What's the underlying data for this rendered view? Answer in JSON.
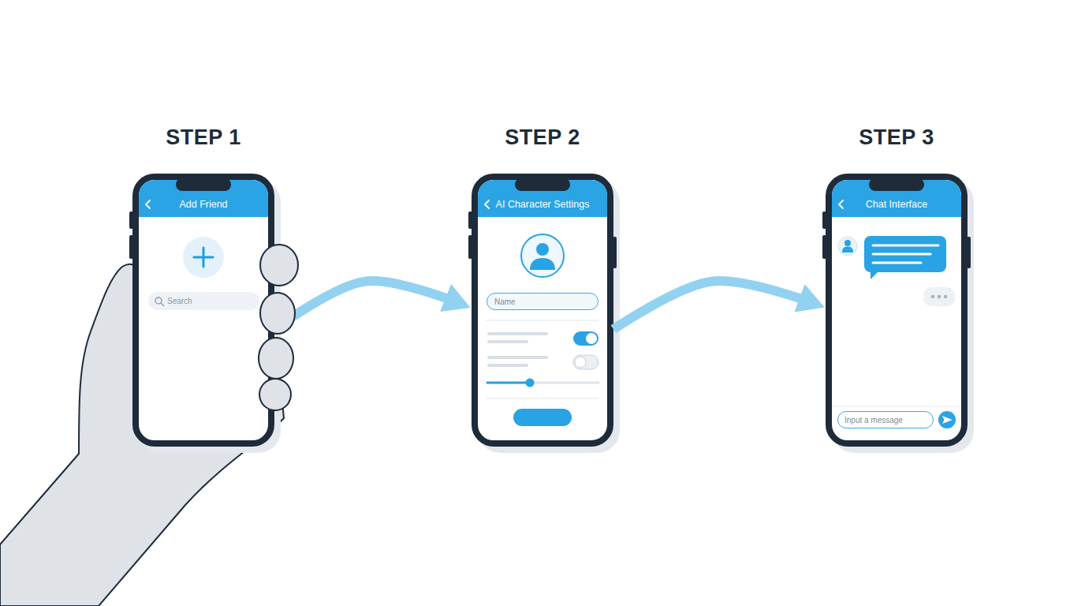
{
  "diagram": {
    "nodes": [
      {
        "text": [
          "STEP 1",
          "Add Friend"
        ]
      },
      {
        "text": [
          "Search"
        ],
        "in": 0
      },
      {
        "text": [
          "STEP 2",
          "AI Character Settings"
        ]
      },
      {
        "text": [
          "Name"
        ],
        "in": 2
      },
      {
        "text": [
          "STEP 3",
          "Chat Interface"
        ]
      },
      {
        "text": [
          "Input a message"
        ],
        "in": 4
      }
    ],
    "edges": [
      {
        "from": 0,
        "to": 2,
        "arrow": "to"
      },
      {
        "from": 2,
        "to": 4,
        "arrow": "to"
      }
    ]
  }
}
